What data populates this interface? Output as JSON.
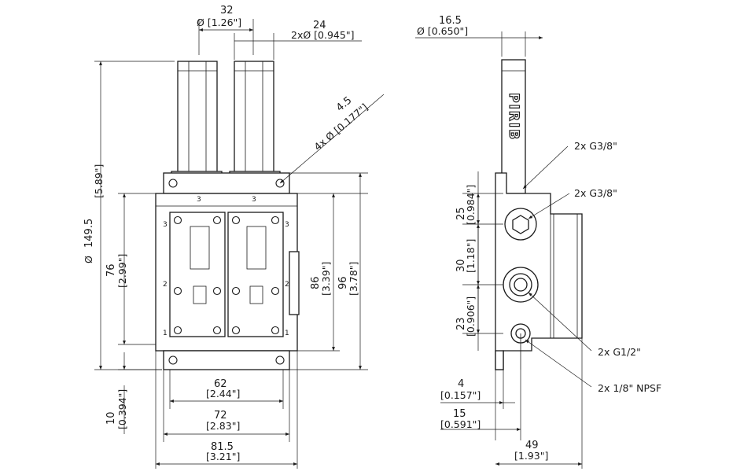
{
  "colors": {
    "line": "#1a1a1a",
    "background": "#ffffff"
  },
  "brand": {
    "logo_text": "PIRIB"
  },
  "front_view": {
    "top_width": {
      "value": "32",
      "inch": "Ø [1.26\"]"
    },
    "cylinder_diameter": {
      "value": "24",
      "inch": "2xØ [0.945\"]"
    },
    "holes": {
      "value": "4.5",
      "inch": "4x Ø [0.177\"]"
    },
    "overall_height": {
      "value": "149.5",
      "inch": "[5.89\"]",
      "prefix": "Ø"
    },
    "height_76": {
      "value": "76",
      "inch": "[2.99\"]"
    },
    "height_86": {
      "value": "86",
      "inch": "[3.39\"]"
    },
    "height_96": {
      "value": "96",
      "inch": "[3.78\"]"
    },
    "base_10": {
      "value": "10",
      "inch": "[0.394\"]"
    },
    "width_62": {
      "value": "62",
      "inch": "[2.44\"]"
    },
    "width_72": {
      "value": "72",
      "inch": "[2.83\"]"
    },
    "width_81_5": {
      "value": "81.5",
      "inch": "[3.21\"]"
    },
    "port_numbers": [
      "3",
      "3",
      "3",
      "3",
      "2",
      "2",
      "1",
      "1"
    ]
  },
  "side_view": {
    "cylinder_diameter": {
      "value": "16.5",
      "inch": "Ø [0.650\"]"
    },
    "port_g38_a": "2x G3/8\"",
    "port_g38_b": "2x G3/8\"",
    "port_g12": "2x G1/2\"",
    "port_npsf": "2x 1/8\" NPSF",
    "height_25": {
      "value": "25",
      "inch": "[0.984\"]"
    },
    "height_30": {
      "value": "30",
      "inch": "[1.18\"]"
    },
    "height_23": {
      "value": "23",
      "inch": "[0.906\"]"
    },
    "offset_4": {
      "value": "4",
      "inch": "[0.157\"]"
    },
    "offset_15": {
      "value": "15",
      "inch": "[0.591\"]"
    },
    "width_49": {
      "value": "49",
      "inch": "[1.93\"]"
    }
  }
}
